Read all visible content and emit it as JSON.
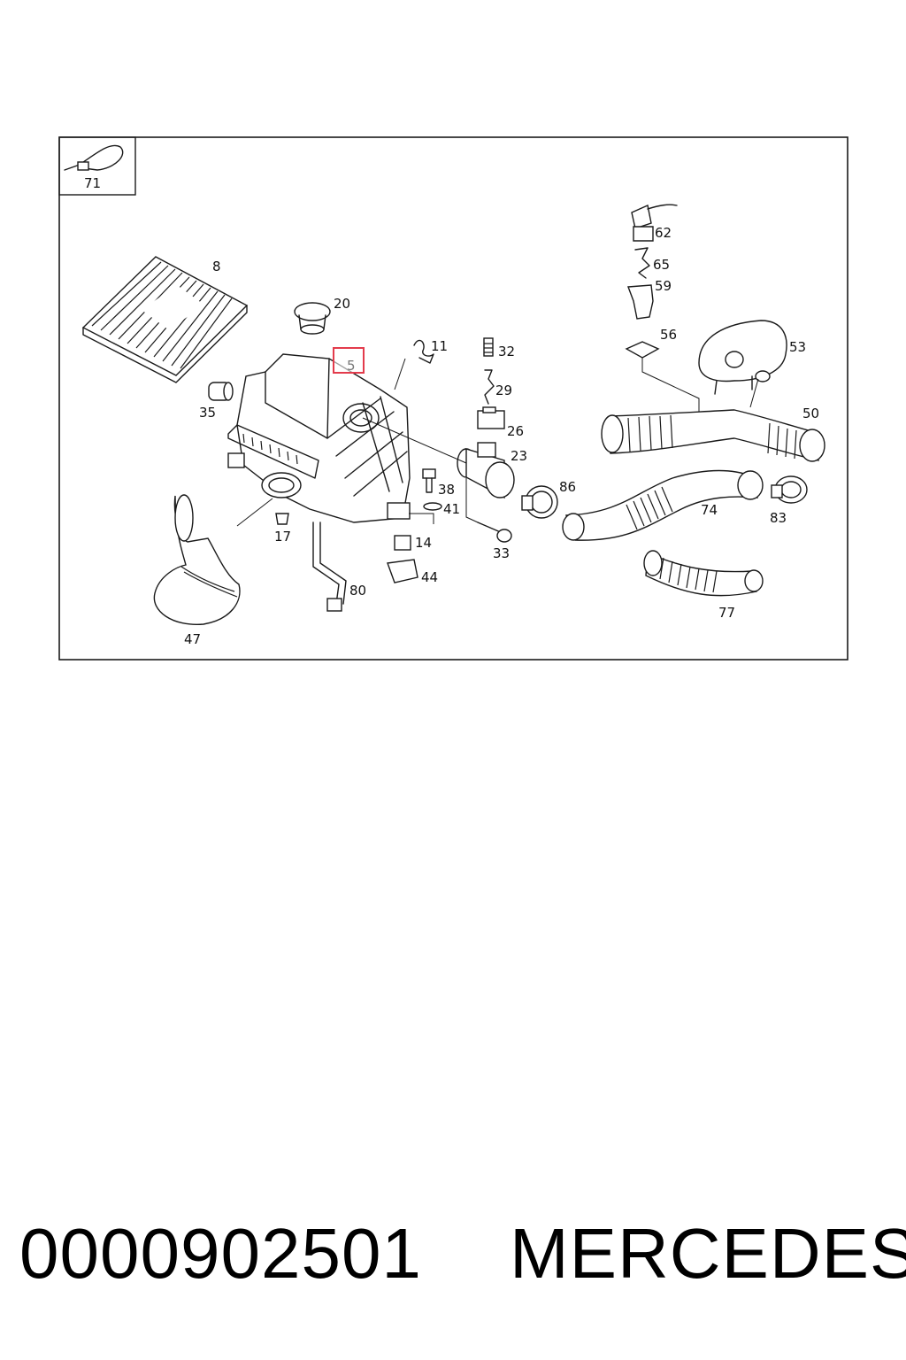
{
  "diagram": {
    "inset_label": "71",
    "highlight": {
      "label": "5",
      "color": "#e33b4c"
    },
    "labels": [
      "8",
      "20",
      "35",
      "11",
      "32",
      "29",
      "26",
      "23",
      "38",
      "41",
      "14",
      "44",
      "33",
      "17",
      "80",
      "47",
      "86",
      "74",
      "83",
      "77",
      "62",
      "65",
      "59",
      "56",
      "53",
      "50"
    ]
  },
  "footer": {
    "part_number": "0000902501",
    "brand": "MERCEDES"
  }
}
